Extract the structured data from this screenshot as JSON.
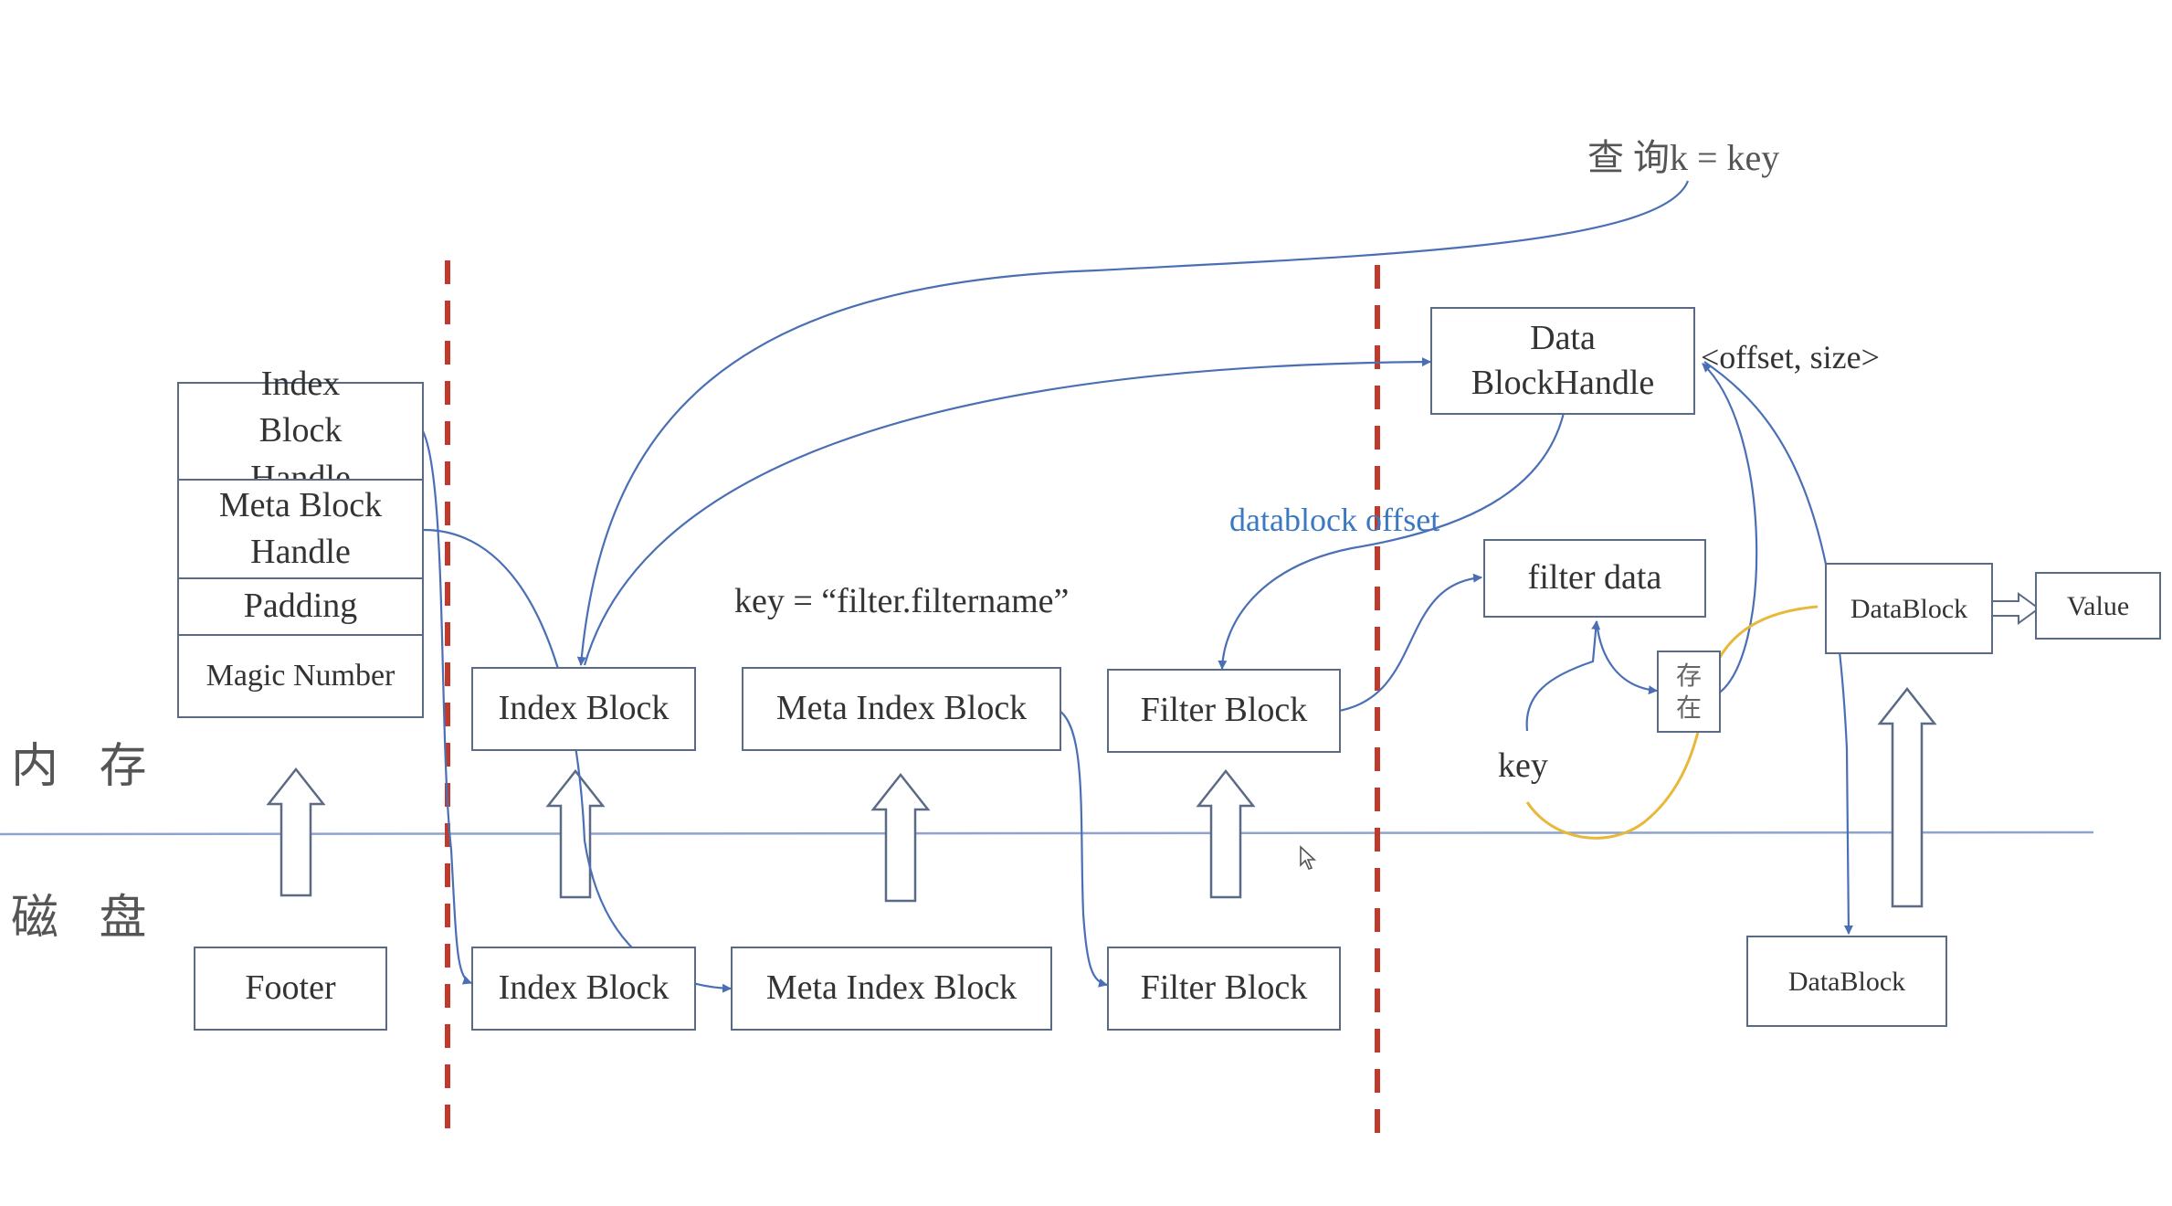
{
  "regions": {
    "memory": "内 存",
    "disk": "磁 盘"
  },
  "query": "查 询k = key",
  "footer_stack": {
    "index_block_handle": "Index Block Handle",
    "meta_block_handle": "Meta Block Handle",
    "padding": "Padding",
    "magic_number": "Magic Number"
  },
  "memory_blocks": {
    "index_block": "Index Block",
    "meta_index_block": "Meta Index Block",
    "filter_block": "Filter Block",
    "data_block_handle": "Data BlockHandle",
    "filter_data": "filter data",
    "exists": "存在",
    "data_block": "DataBlock",
    "value": "Value"
  },
  "disk_blocks": {
    "footer": "Footer",
    "index_block": "Index Block",
    "meta_index_block": "Meta Index Block",
    "filter_block": "Filter Block",
    "data_block": "DataBlock"
  },
  "annotations": {
    "filter_key": "key = “filter.filtername”",
    "offset_size": "<offset, size>",
    "datablock_offset": "datablock offset",
    "key": "key"
  },
  "colors": {
    "connector": "#4a6fb5",
    "divider": "#c0392b",
    "exists_path": "#e8b83a",
    "box_border": "#5b6b86",
    "datablock_offset_text": "#3a78c2"
  }
}
